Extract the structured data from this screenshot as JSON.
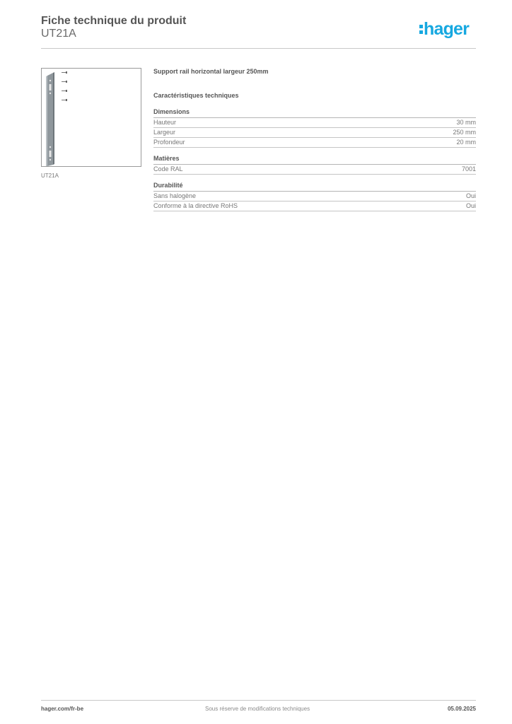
{
  "header": {
    "title": "Fiche technique du produit",
    "product_code": "UT21A",
    "logo_text": "hager",
    "logo_color": "#16a8e0"
  },
  "product_image": {
    "alt": "rail-support-with-screws-icon",
    "caption": "UT21A"
  },
  "product_description": "Support rail horizontal largeur 250mm",
  "characteristics_title": "Caractéristiques techniques",
  "groups": [
    {
      "title": "Dimensions",
      "rows": [
        {
          "label": "Hauteur",
          "value": "30 mm"
        },
        {
          "label": "Largeur",
          "value": "250 mm"
        },
        {
          "label": "Profondeur",
          "value": "20 mm"
        }
      ]
    },
    {
      "title": "Matières",
      "rows": [
        {
          "label": "Code RAL",
          "value": "7001"
        }
      ]
    },
    {
      "title": "Durabilité",
      "rows": [
        {
          "label": "Sans halogène",
          "value": "Oui"
        },
        {
          "label": "Conforme à la directive RoHS",
          "value": "Oui"
        }
      ]
    }
  ],
  "footer": {
    "website": "hager.com/fr-be",
    "disclaimer": "Sous réserve de modifications techniques",
    "date": "05.09.2025"
  }
}
